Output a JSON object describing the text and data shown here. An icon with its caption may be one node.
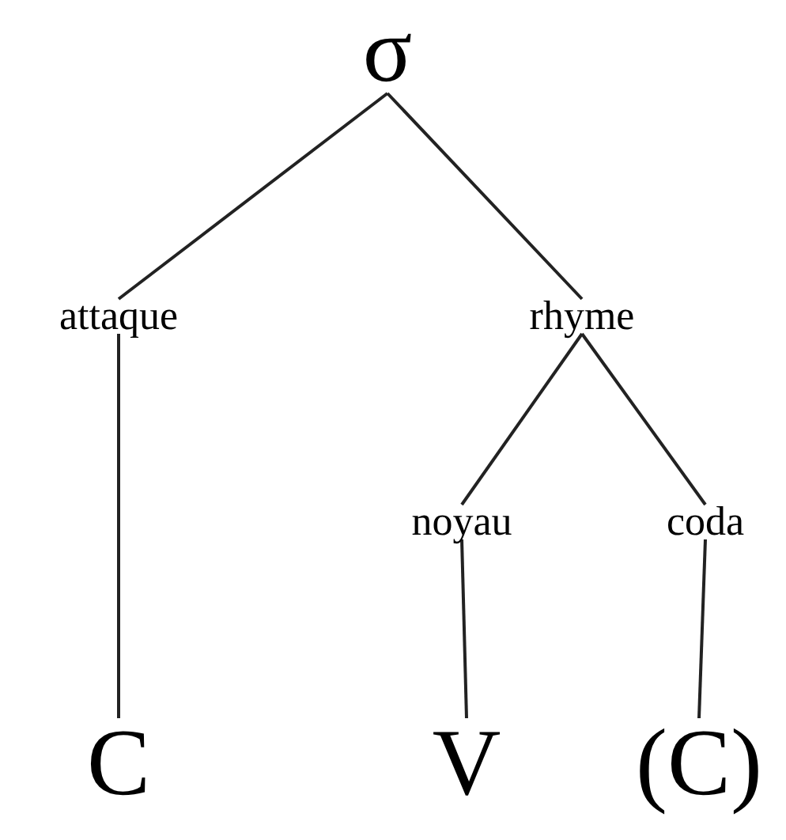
{
  "diagram": {
    "nodes": [
      {
        "text": [
          "σ"
        ]
      },
      {
        "text": [
          "attaque"
        ]
      },
      {
        "text": [
          "rhyme"
        ]
      },
      {
        "text": [
          "noyau"
        ]
      },
      {
        "text": [
          "coda"
        ]
      },
      {
        "text": [
          "C"
        ]
      },
      {
        "text": [
          "V"
        ]
      },
      {
        "text": [
          "(C)"
        ]
      }
    ],
    "edges": [
      {
        "from": 0,
        "to": 1,
        "arrow": "none"
      },
      {
        "from": 0,
        "to": 2,
        "arrow": "none"
      },
      {
        "from": 1,
        "to": 5,
        "arrow": "none"
      },
      {
        "from": 2,
        "to": 3,
        "arrow": "none"
      },
      {
        "from": 2,
        "to": 4,
        "arrow": "none"
      },
      {
        "from": 3,
        "to": 6,
        "arrow": "none"
      },
      {
        "from": 4,
        "to": 7,
        "arrow": "none"
      }
    ]
  }
}
